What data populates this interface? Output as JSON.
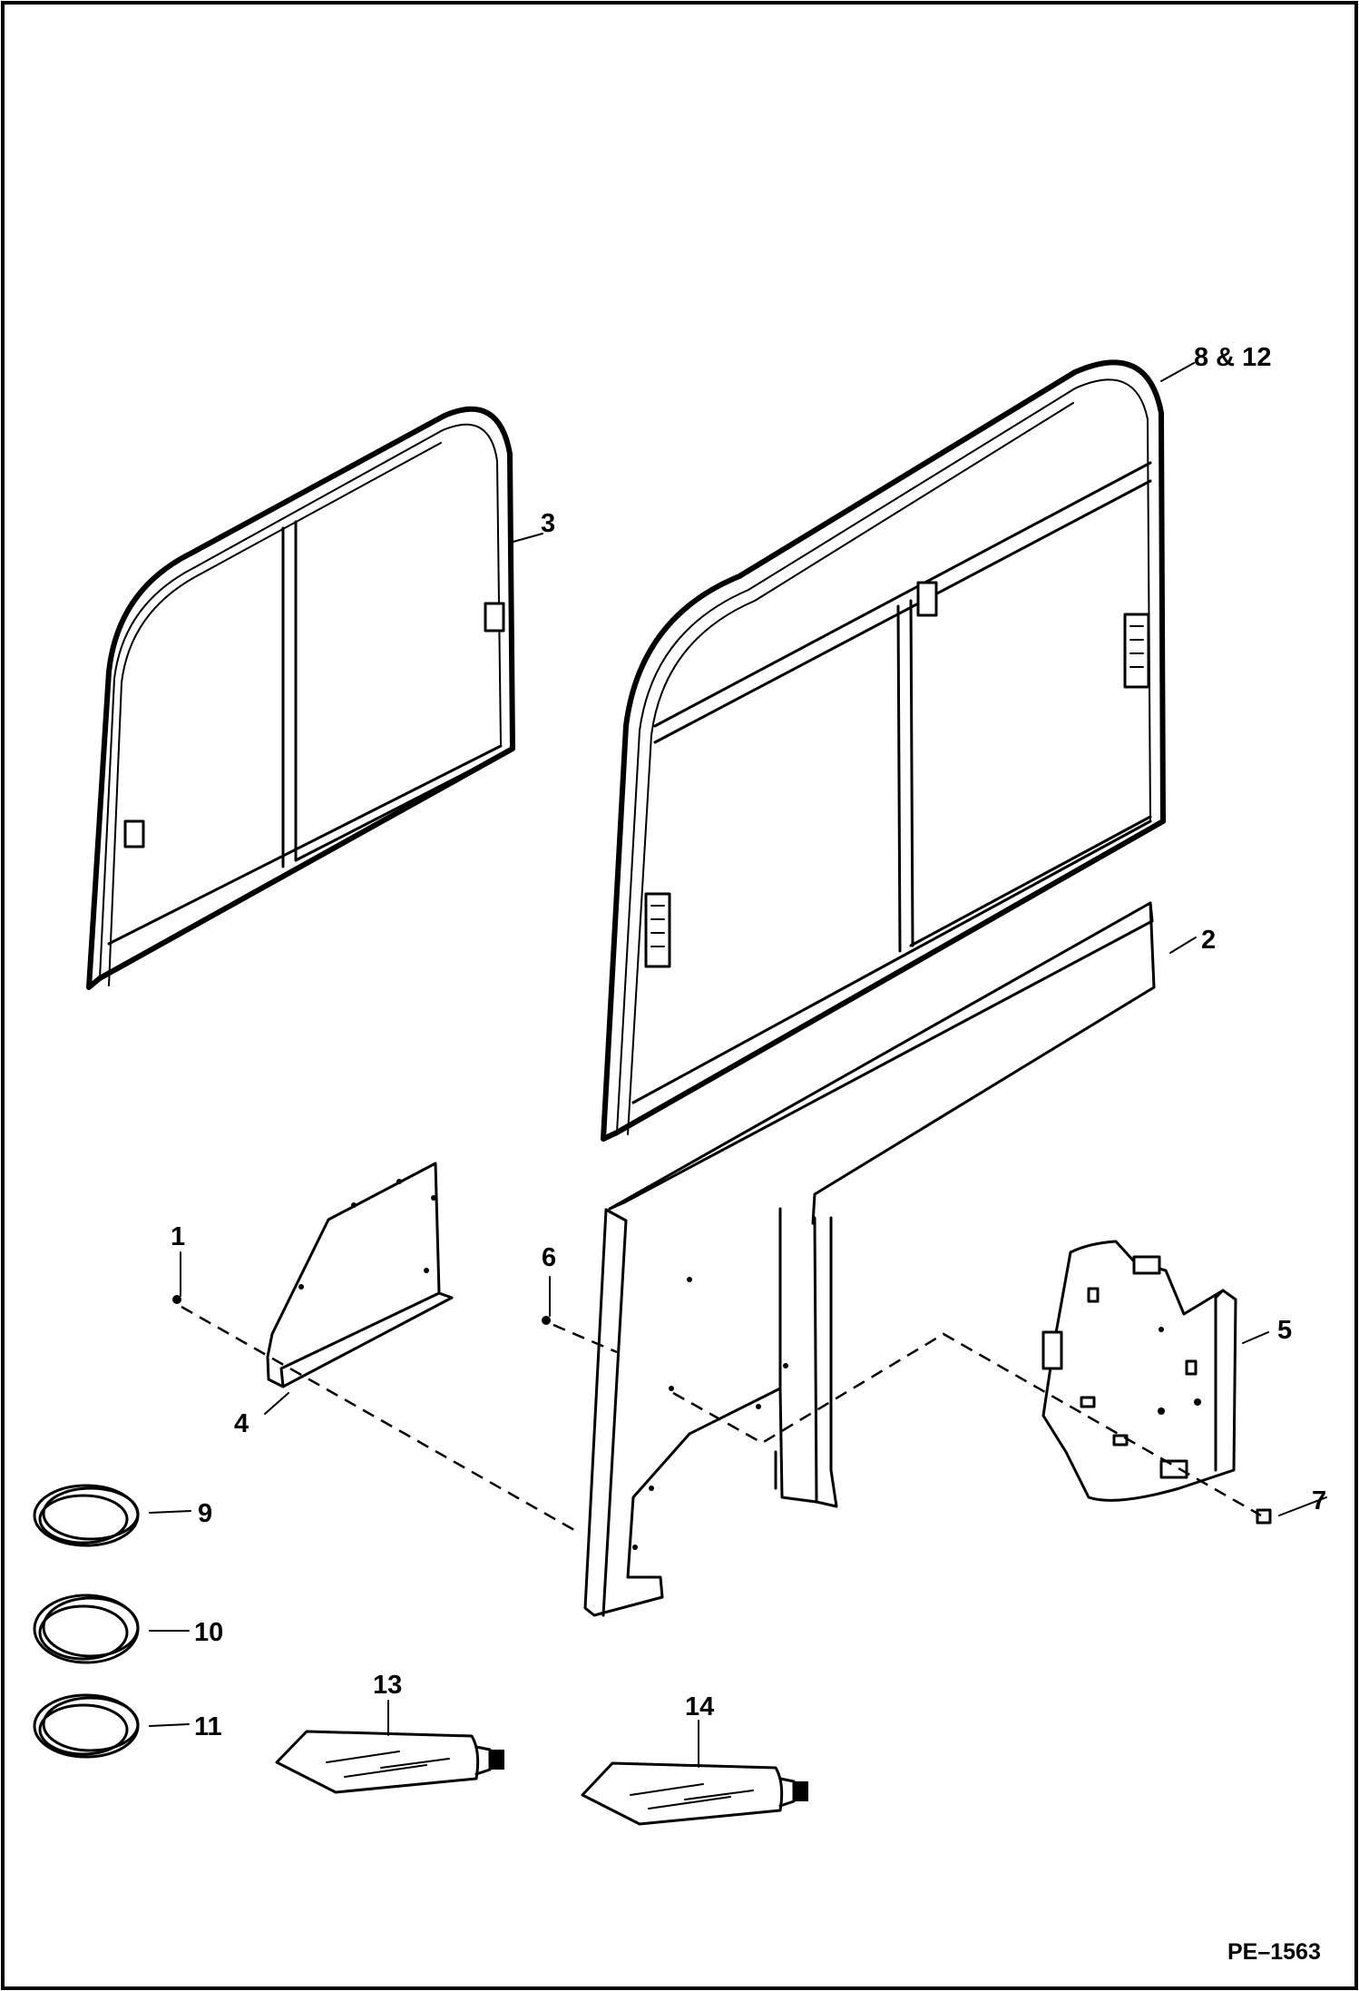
{
  "callouts": {
    "c1": "1",
    "c2": "2",
    "c3": "3",
    "c4": "4",
    "c5": "5",
    "c6": "6",
    "c7": "7",
    "c8_12": "8 & 12",
    "c9": "9",
    "c10": "10",
    "c11": "11",
    "c13": "13",
    "c14": "14"
  },
  "drawing_ref": "PE–1563"
}
